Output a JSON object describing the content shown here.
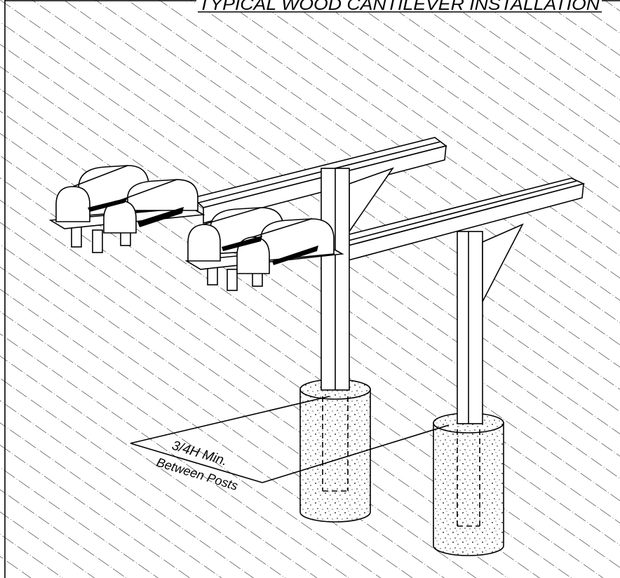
{
  "drawing": {
    "title": "TYPICAL WOOD CANTILEVER INSTALLATION",
    "dimension": {
      "line1": "3/4H Min.",
      "line2": "Between Posts"
    },
    "colors": {
      "line": "#000000",
      "background": "#ffffff"
    }
  }
}
